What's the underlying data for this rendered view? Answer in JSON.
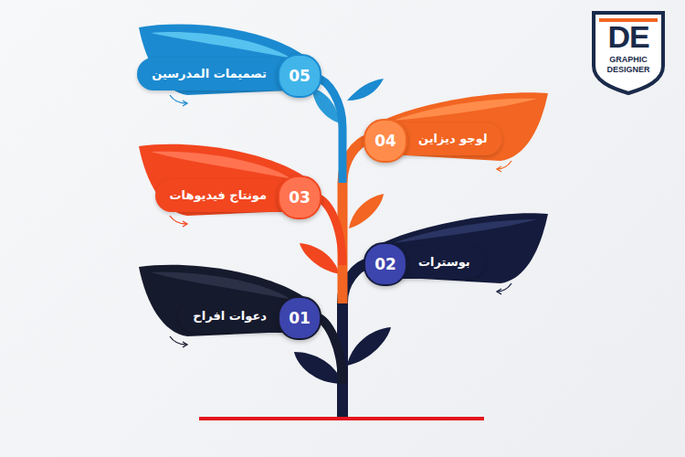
{
  "diagram": {
    "nodes": [
      {
        "text": [
          "دعوات افراح"
        ]
      },
      {
        "text": [
          "01"
        ],
        "in": 0
      },
      {
        "text": [
          "بوسترات"
        ]
      },
      {
        "text": [
          "02"
        ],
        "in": 2
      },
      {
        "text": [
          "مونتاج فيديوهات"
        ]
      },
      {
        "text": [
          "03"
        ],
        "in": 4
      },
      {
        "text": [
          "لوجو ديزاين"
        ]
      },
      {
        "text": [
          "04"
        ],
        "in": 6
      },
      {
        "text": [
          "تصميمات المدرسين"
        ]
      },
      {
        "text": [
          "05"
        ],
        "in": 8
      },
      {
        "text": [
          "DE",
          "GRAPHIC DESIGNER"
        ]
      }
    ]
  }
}
